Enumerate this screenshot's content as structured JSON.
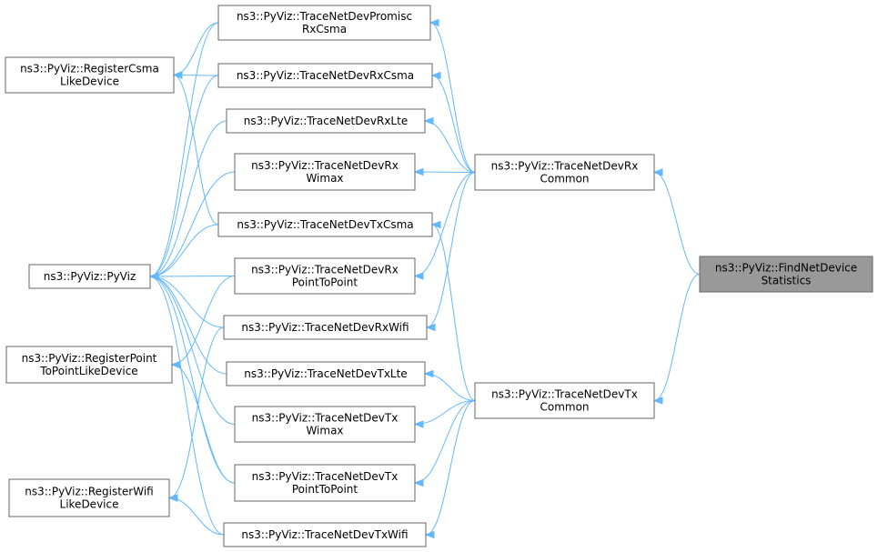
{
  "nodes": [
    {
      "id": "n_find",
      "lines": [
        "ns3::PyViz::FindNetDevice",
        "Statistics"
      ],
      "focus": true
    },
    {
      "id": "n_rxcommon",
      "lines": [
        "ns3::PyViz::TraceNetDevRx",
        "Common"
      ]
    },
    {
      "id": "n_txcommon",
      "lines": [
        "ns3::PyViz::TraceNetDevTx",
        "Common"
      ]
    },
    {
      "id": "n_promisc",
      "lines": [
        "ns3::PyViz::TraceNetDevPromisc",
        "RxCsma"
      ]
    },
    {
      "id": "n_rxcsma",
      "lines": [
        "ns3::PyViz::TraceNetDevRxCsma"
      ]
    },
    {
      "id": "n_rxlte",
      "lines": [
        "ns3::PyViz::TraceNetDevRxLte"
      ]
    },
    {
      "id": "n_rxwimax",
      "lines": [
        "ns3::PyViz::TraceNetDevRx",
        "Wimax"
      ]
    },
    {
      "id": "n_txcsma",
      "lines": [
        "ns3::PyViz::TraceNetDevTxCsma"
      ]
    },
    {
      "id": "n_rxp2p",
      "lines": [
        "ns3::PyViz::TraceNetDevRx",
        "PointToPoint"
      ]
    },
    {
      "id": "n_rxwifi",
      "lines": [
        "ns3::PyViz::TraceNetDevRxWifi"
      ]
    },
    {
      "id": "n_txlte",
      "lines": [
        "ns3::PyViz::TraceNetDevTxLte"
      ]
    },
    {
      "id": "n_txwimax",
      "lines": [
        "ns3::PyViz::TraceNetDevTx",
        "Wimax"
      ]
    },
    {
      "id": "n_txp2p",
      "lines": [
        "ns3::PyViz::TraceNetDevTx",
        "PointToPoint"
      ]
    },
    {
      "id": "n_txwifi",
      "lines": [
        "ns3::PyViz::TraceNetDevTxWifi"
      ]
    },
    {
      "id": "n_regcsma",
      "lines": [
        "ns3::PyViz::RegisterCsma",
        "LikeDevice"
      ]
    },
    {
      "id": "n_pyviz",
      "lines": [
        "ns3::PyViz::PyViz"
      ]
    },
    {
      "id": "n_regp2p",
      "lines": [
        "ns3::PyViz::RegisterPoint",
        "ToPointLikeDevice"
      ]
    },
    {
      "id": "n_regwifi",
      "lines": [
        "ns3::PyViz::RegisterWifi",
        "LikeDevice"
      ]
    }
  ],
  "edges": [
    [
      "n_rxcommon",
      "n_find"
    ],
    [
      "n_txcommon",
      "n_find"
    ],
    [
      "n_promisc",
      "n_rxcommon"
    ],
    [
      "n_rxcsma",
      "n_rxcommon"
    ],
    [
      "n_rxlte",
      "n_rxcommon"
    ],
    [
      "n_rxwimax",
      "n_rxcommon"
    ],
    [
      "n_rxp2p",
      "n_rxcommon"
    ],
    [
      "n_rxwifi",
      "n_rxcommon"
    ],
    [
      "n_txcsma",
      "n_txcommon"
    ],
    [
      "n_txlte",
      "n_txcommon"
    ],
    [
      "n_txwimax",
      "n_txcommon"
    ],
    [
      "n_txp2p",
      "n_txcommon"
    ],
    [
      "n_txwifi",
      "n_txcommon"
    ],
    [
      "n_regcsma",
      "n_promisc"
    ],
    [
      "n_regcsma",
      "n_rxcsma"
    ],
    [
      "n_regcsma",
      "n_txcsma"
    ],
    [
      "n_pyviz",
      "n_promisc"
    ],
    [
      "n_pyviz",
      "n_rxcsma"
    ],
    [
      "n_pyviz",
      "n_rxlte"
    ],
    [
      "n_pyviz",
      "n_rxwimax"
    ],
    [
      "n_pyviz",
      "n_txcsma"
    ],
    [
      "n_pyviz",
      "n_rxp2p"
    ],
    [
      "n_pyviz",
      "n_rxwifi"
    ],
    [
      "n_pyviz",
      "n_txlte"
    ],
    [
      "n_pyviz",
      "n_txwimax"
    ],
    [
      "n_pyviz",
      "n_txp2p"
    ],
    [
      "n_pyviz",
      "n_txwifi"
    ],
    [
      "n_regp2p",
      "n_rxp2p"
    ],
    [
      "n_regp2p",
      "n_txp2p"
    ],
    [
      "n_regwifi",
      "n_rxwifi"
    ],
    [
      "n_regwifi",
      "n_txwifi"
    ]
  ]
}
